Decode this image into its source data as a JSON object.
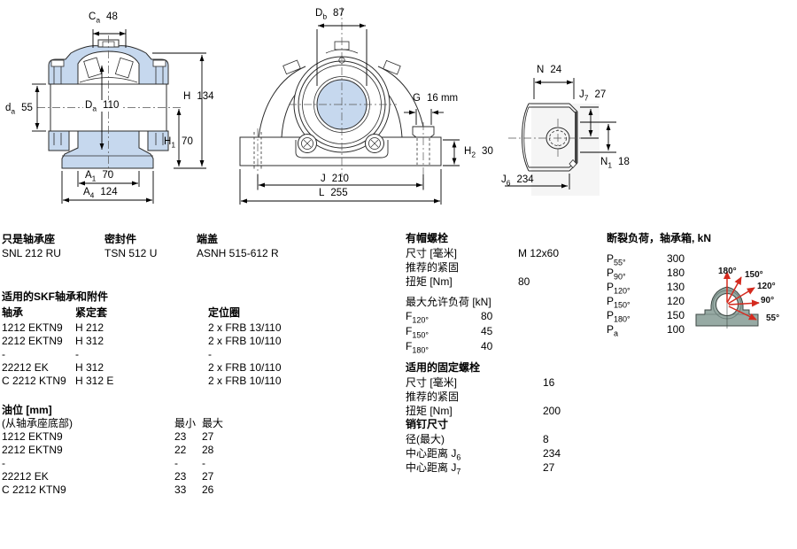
{
  "drawings": {
    "section": {
      "dims": {
        "ca": {
          "sym": "C",
          "sub": "a",
          "val": "48"
        },
        "da": {
          "sym": "d",
          "sub": "a",
          "val": "55"
        },
        "Da": {
          "sym": "D",
          "sub": "a",
          "val": "110"
        },
        "H": {
          "sym": "H",
          "sub": "",
          "val": "134"
        },
        "H1": {
          "sym": "H",
          "sub": "1",
          "val": "70"
        },
        "A1": {
          "sym": "A",
          "sub": "1",
          "val": "70"
        },
        "A4": {
          "sym": "A",
          "sub": "4",
          "val": "124"
        }
      }
    },
    "front": {
      "dims": {
        "Db": {
          "sym": "D",
          "sub": "b",
          "val": "87"
        },
        "G": {
          "sym": "G",
          "sub": "",
          "val": "16 mm"
        },
        "H2": {
          "sym": "H",
          "sub": "2",
          "val": "30"
        },
        "J": {
          "sym": "J",
          "sub": "",
          "val": "210"
        },
        "L": {
          "sym": "L",
          "sub": "",
          "val": "255"
        }
      }
    },
    "side": {
      "dims": {
        "N": {
          "sym": "N",
          "sub": "",
          "val": "24"
        },
        "J7": {
          "sym": "J",
          "sub": "7",
          "val": "27"
        },
        "N1": {
          "sym": "N",
          "sub": "1",
          "val": "18"
        },
        "J6": {
          "sym": "J",
          "sub": "6",
          "val": "234"
        }
      }
    },
    "load_diagram": {
      "angle_labels": [
        "180°",
        "150°",
        "120°",
        "90°",
        "55°"
      ],
      "arrow_color": "#d42a1e",
      "body_color": "#97aaa4"
    }
  },
  "sections": {
    "parts": {
      "columns": [
        {
          "label": "只是轴承座",
          "value": "SNL 212 RU"
        },
        {
          "label": "密封件",
          "value": "TSN 512 U"
        },
        {
          "label": "端盖",
          "value": "ASNH 515-612 R"
        }
      ]
    },
    "bearings": {
      "title": "适用的SKF轴承和附件",
      "headers": [
        "轴承",
        "紧定套",
        "定位圈"
      ],
      "rows": [
        [
          "1212 EKTN9",
          "H 212",
          "2 x FRB 13/110"
        ],
        [
          "2212 EKTN9",
          "H 312",
          "2 x FRB 10/110"
        ],
        [
          "-",
          "-",
          "-"
        ],
        [
          "22212 EK",
          "H 312",
          "2 x FRB 10/110"
        ],
        [
          "C 2212 KTN9",
          "H 312 E",
          "2 x FRB 10/110"
        ]
      ]
    },
    "oil": {
      "title": "油位 [mm]",
      "subtitle": "(从轴承座底部)",
      "min": "最小",
      "max": "最大",
      "rows": [
        [
          "1212 EKTN9",
          "23",
          "27"
        ],
        [
          "2212 EKTN9",
          "22",
          "28"
        ],
        [
          "-",
          "-",
          "-"
        ],
        [
          "22212 EK",
          "23",
          "27"
        ],
        [
          "C 2212 KTN9",
          "33",
          "26"
        ]
      ]
    },
    "cap_bolts": {
      "title": "有帽螺栓",
      "size_label": "尺寸 [毫米]",
      "size_value": "M 12x60",
      "rec_label": "推荐的紧固",
      "torque_label": "扭矩 [Nm]",
      "torque_value": "80",
      "max_load_title": "最大允许负荷 [kN]",
      "loads": [
        {
          "sym": "F",
          "sub": "120°",
          "value": "80"
        },
        {
          "sym": "F",
          "sub": "150°",
          "value": "45"
        },
        {
          "sym": "F",
          "sub": "180°",
          "value": "40"
        }
      ]
    },
    "attach_bolts": {
      "title": "适用的固定螺栓",
      "size_label": "尺寸 [毫米]",
      "size_value": "16",
      "rec_label": "推荐的紧固",
      "torque_label": "扭矩 [Nm]",
      "torque_value": "200"
    },
    "pins": {
      "title": "销钉尺寸",
      "rows": [
        {
          "label": "径(最大)",
          "sub": "",
          "value": "8"
        },
        {
          "label": "中心距离 J",
          "sub": "6",
          "value": "234"
        },
        {
          "label": "中心距离 J",
          "sub": "7",
          "value": "27"
        }
      ]
    },
    "breaking": {
      "title": "断裂负荷，轴承箱, kN",
      "rows": [
        {
          "sym": "P",
          "sub": "55°",
          "value": "300"
        },
        {
          "sym": "P",
          "sub": "90°",
          "value": "180"
        },
        {
          "sym": "P",
          "sub": "120°",
          "value": "130"
        },
        {
          "sym": "P",
          "sub": "150°",
          "value": "120"
        },
        {
          "sym": "P",
          "sub": "180°",
          "value": "150"
        },
        {
          "sym": "P",
          "sub": "a",
          "value": "100"
        }
      ]
    }
  }
}
